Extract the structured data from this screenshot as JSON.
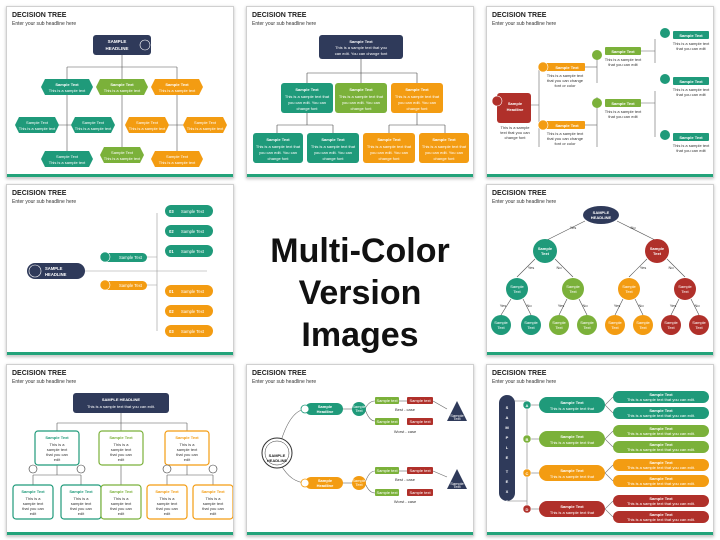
{
  "center_heading": {
    "line1": "Multi-Color",
    "line2": "Version Images"
  },
  "slide_title": "DECISION TREE",
  "slide_subtitle": "Enter your sub headline here",
  "labels": {
    "sample_headline": "SAMPLE HEADLINE",
    "sample_headline_lower": "Sample Headline",
    "sample_text": "Sample Text",
    "sample_text_upper": "SAMPLE TEXT",
    "this_is_sample": "This is a sample text",
    "long_sample": "This is a sample text that you can edit. You can change font",
    "yes": "Yes",
    "no": "No",
    "best_case": "Best - case",
    "worst_case": "Worst - case",
    "letters": [
      "A",
      "B",
      "C",
      "D"
    ],
    "numbers": [
      "03",
      "02",
      "01",
      "01",
      "02",
      "03"
    ],
    "headline_sample": "SAMPLE HEADLINE",
    "headline_sample_sub": "This is a sample text that you can edit."
  },
  "colors": {
    "navy": "#2f3a5a",
    "teal": "#1f9a7a",
    "green": "#7bb13a",
    "orange": "#f39c12",
    "red": "#b0302a",
    "accent_line": "#23a37a"
  }
}
